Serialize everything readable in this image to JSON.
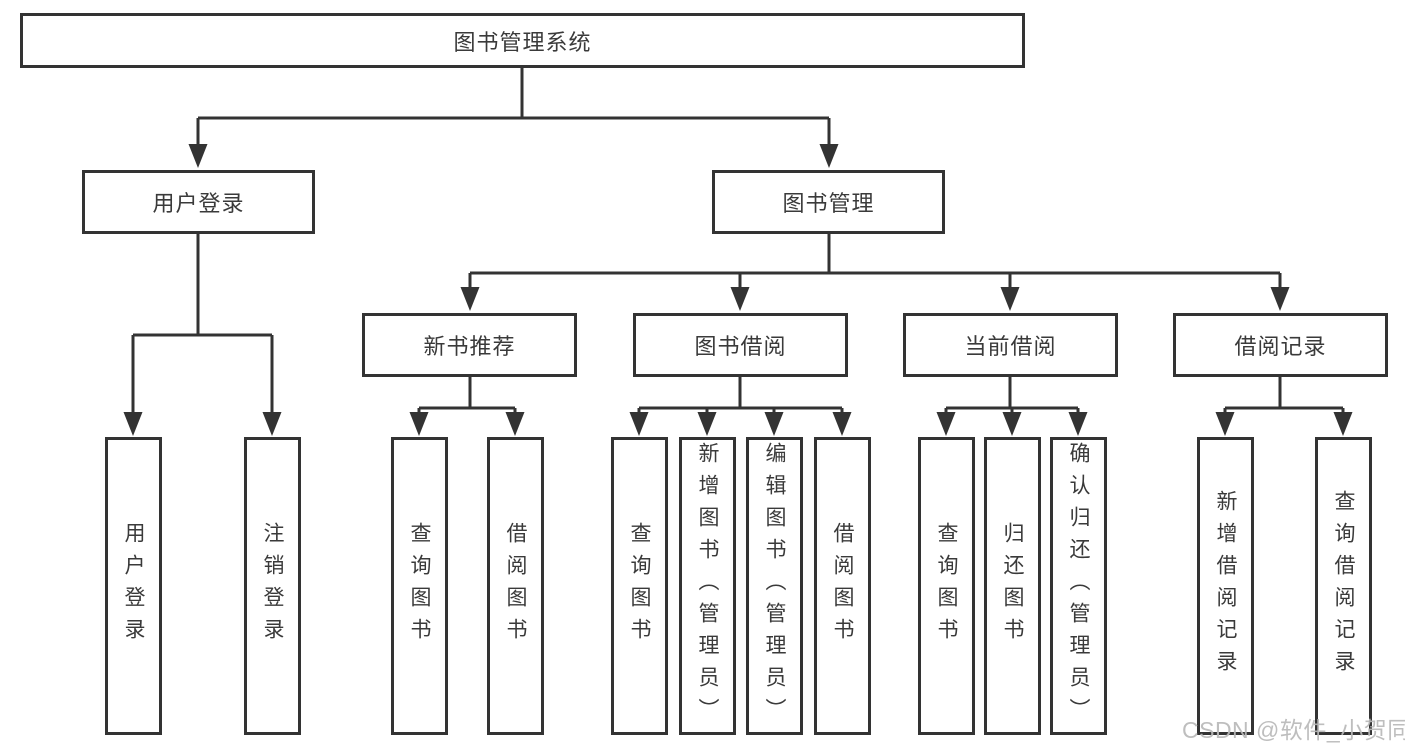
{
  "tree": {
    "label": "图书管理系统",
    "children": [
      {
        "label": "用户登录",
        "children": [
          {
            "label": "用户登录"
          },
          {
            "label": "注销登录"
          }
        ]
      },
      {
        "label": "图书管理",
        "children": [
          {
            "label": "新书推荐",
            "children": [
              {
                "label": "查询图书"
              },
              {
                "label": "借阅图书"
              }
            ]
          },
          {
            "label": "图书借阅",
            "children": [
              {
                "label": "查询图书"
              },
              {
                "label": "新增图书（管理员）"
              },
              {
                "label": "编辑图书（管理员）"
              },
              {
                "label": "借阅图书"
              }
            ]
          },
          {
            "label": "当前借阅",
            "children": [
              {
                "label": "查询图书"
              },
              {
                "label": "归还图书"
              },
              {
                "label": "确认归还（管理员）"
              }
            ]
          },
          {
            "label": "借阅记录",
            "children": [
              {
                "label": "新增借阅记录"
              },
              {
                "label": "查询借阅记录"
              }
            ]
          }
        ]
      }
    ]
  },
  "watermark": {
    "text": "CSDN @软件_小贺同学"
  },
  "colors": {
    "line": "#333333",
    "text": "#3a3a3a",
    "box_background": "#ffffff",
    "watermark": "#b9b9b9"
  }
}
